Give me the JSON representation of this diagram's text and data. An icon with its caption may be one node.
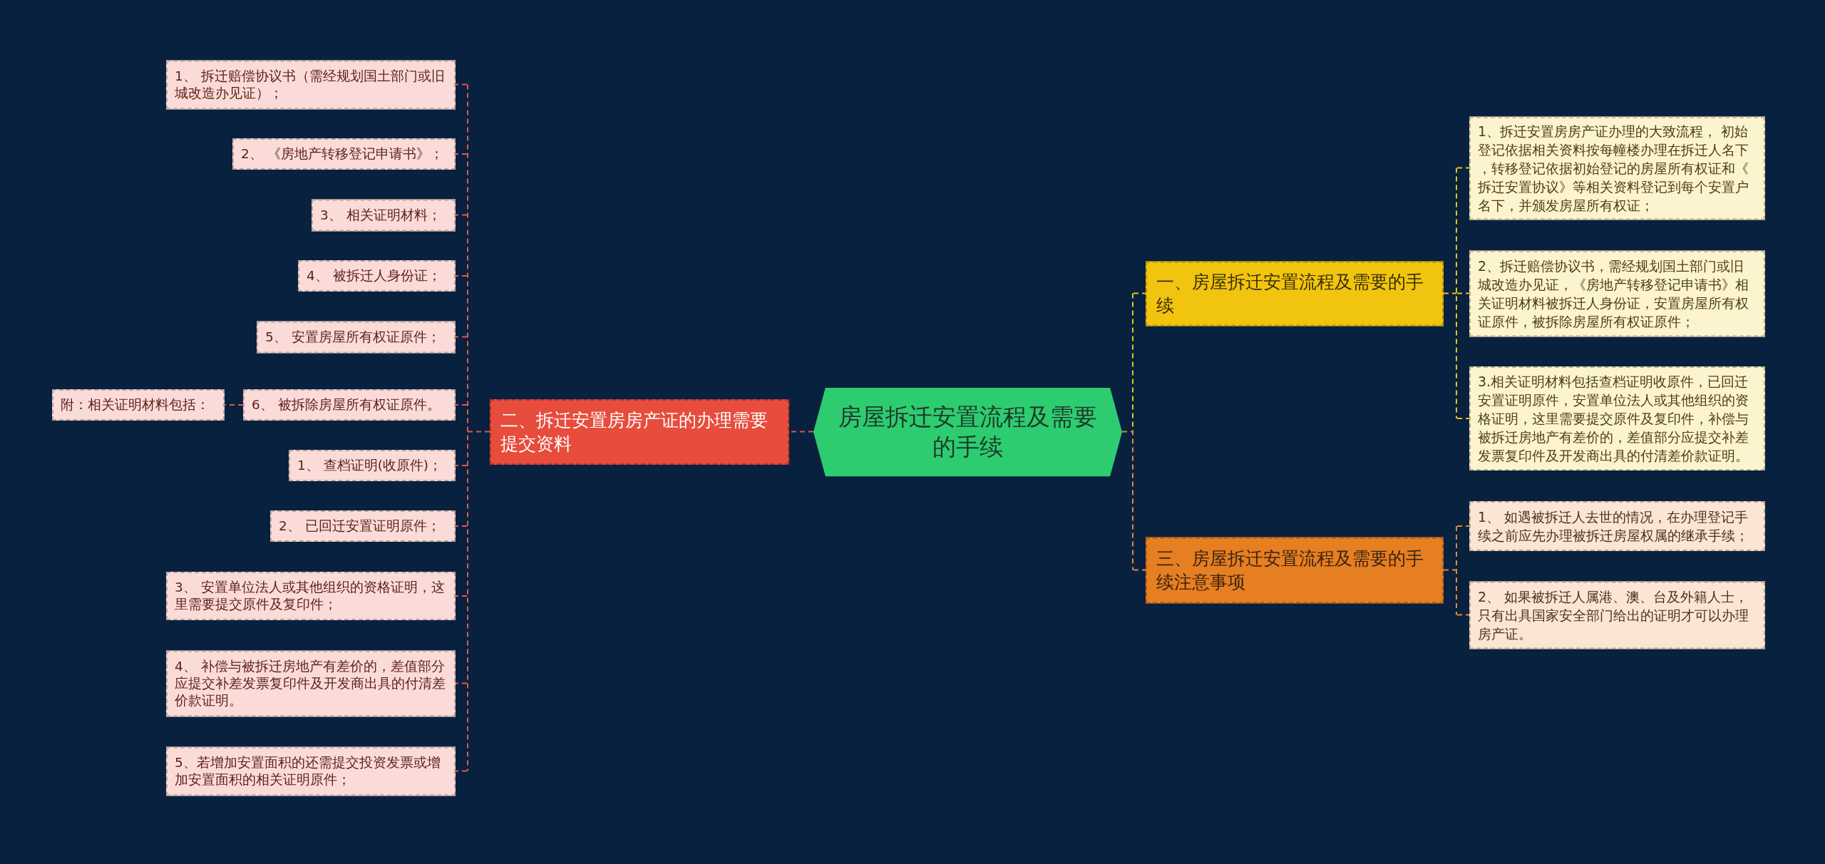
{
  "diagram": {
    "nodes": [
      {
        "text": [
          "房屋拆迁安置流程及需要的手续"
        ]
      },
      {
        "text": [
          "一、房屋拆迁安置流程及需要的手续"
        ]
      },
      {
        "text": [
          "1、拆迁安置房房产证办理的大致流程， 初始登记依据相关资料按每幢楼办理在拆迁人名下，转移登记依据初始登记的房屋所有权证和《拆迁安置协议》等相关资料登记到每个安置户名下，并颁发房屋所有权证；"
        ]
      },
      {
        "text": [
          "2、拆迁赔偿协议书，需经规划国土部门或旧城改造办见证，《房地产转移登记申请书》相关证明材料被拆迁人身份证，安置房屋所有权证原件，被拆除房屋所有权证原件；"
        ]
      },
      {
        "text": [
          "3.相关证明材料包括查档证明收原件，已回迁安置证明原件，安置单位法人或其他组织的资格证明，这里需要提交原件及复印件，补偿与被拆迁房地产有差价的，差值部分应提交补差发票复印件及开发商出具的付清差价款证明。"
        ]
      },
      {
        "text": [
          "二、拆迁安置房房产证的办理需要提交资料"
        ]
      },
      {
        "text": [
          "1、 拆迁赔偿协议书（需经规划国土部门或旧城改造办见证）；"
        ]
      },
      {
        "text": [
          "2、 《房地产转移登记申请书》；"
        ]
      },
      {
        "text": [
          "3、 相关证明材料；"
        ]
      },
      {
        "text": [
          "4、 被拆迁人身份证；"
        ]
      },
      {
        "text": [
          "5、 安置房屋所有权证原件；"
        ]
      },
      {
        "text": [
          "6、 被拆除房屋所有权证原件。"
        ]
      },
      {
        "text": [
          "附：相关证明材料包括："
        ]
      },
      {
        "text": [
          "1、 查档证明(收原件)；"
        ]
      },
      {
        "text": [
          "2、 已回迁安置证明原件；"
        ]
      },
      {
        "text": [
          "3、 安置单位法人或其他组织的资格证明，这里需要提交原件及复印件；"
        ]
      },
      {
        "text": [
          "4、 补偿与被拆迁房地产有差价的，差值部分应提交补差发票复印件及开发商出具的付清差价款证明。"
        ]
      },
      {
        "text": [
          "5、若增加安置面积的还需提交投资发票或增加安置面积的相关证明原件；"
        ]
      },
      {
        "text": [
          "三、房屋拆迁安置流程及需要的手续注意事项"
        ]
      },
      {
        "text": [
          "1、 如遇被拆迁人去世的情况，在办理登记手续之前应先办理被拆迁房屋权属的继承手续；"
        ]
      },
      {
        "text": [
          "2、 如果被拆迁人属港、澳、台及外籍人士，只有出具国家安全部门给出的证明才可以办理房产证。"
        ]
      }
    ],
    "edges": [
      {
        "from": 0,
        "to": 1,
        "arrow": "none",
        "color": "#e9c21c"
      },
      {
        "from": 1,
        "to": 2,
        "arrow": "none",
        "color": "#e9c21c"
      },
      {
        "from": 1,
        "to": 3,
        "arrow": "none",
        "color": "#e9c21c"
      },
      {
        "from": 1,
        "to": 4,
        "arrow": "none",
        "color": "#e9c21c"
      },
      {
        "from": 0,
        "to": 5,
        "arrow": "none"
      },
      {
        "from": 5,
        "to": 6,
        "arrow": "none"
      },
      {
        "from": 5,
        "to": 7,
        "arrow": "none"
      },
      {
        "from": 5,
        "to": 8,
        "arrow": "none"
      },
      {
        "from": 5,
        "to": 9,
        "arrow": "none"
      },
      {
        "from": 5,
        "to": 10,
        "arrow": "none"
      },
      {
        "from": 5,
        "to": 11,
        "arrow": "none"
      },
      {
        "from": 11,
        "to": 12,
        "arrow": "none"
      },
      {
        "from": 5,
        "to": 13,
        "arrow": "none"
      },
      {
        "from": 5,
        "to": 14,
        "arrow": "none"
      },
      {
        "from": 5,
        "to": 15,
        "arrow": "none"
      },
      {
        "from": 5,
        "to": 16,
        "arrow": "none"
      },
      {
        "from": 5,
        "to": 17,
        "arrow": "none"
      },
      {
        "from": 0,
        "to": 18,
        "arrow": "none",
        "color": "#e5893a"
      },
      {
        "from": 18,
        "to": 19,
        "arrow": "none",
        "color": "#e5893a"
      },
      {
        "from": 18,
        "to": 20,
        "arrow": "none",
        "color": "#e5893a"
      }
    ]
  }
}
